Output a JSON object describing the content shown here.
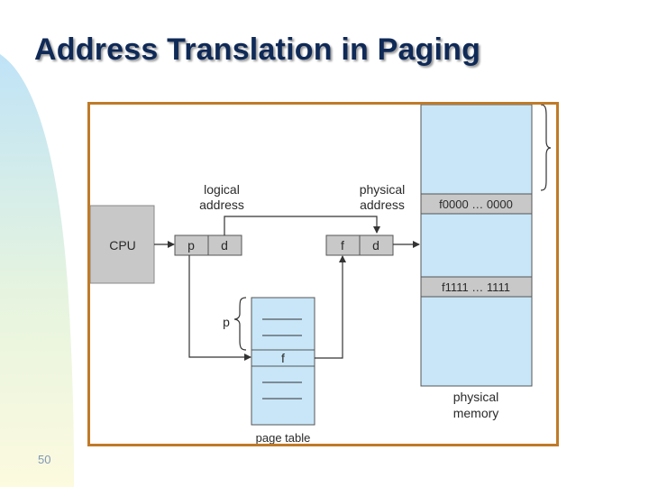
{
  "slide": {
    "title": "Address Translation in Paging",
    "number": "50"
  },
  "diagram": {
    "cpu_label": "CPU",
    "logical_address_label": [
      "logical",
      "address"
    ],
    "physical_address_label": [
      "physical",
      "address"
    ],
    "logical_fields": [
      "p",
      "d"
    ],
    "physical_fields": [
      "f",
      "d"
    ],
    "page_table": {
      "index_label": "p",
      "frame_entry": "f",
      "caption": "page table"
    },
    "physical_memory": {
      "frame_start": "f0000 … 0000",
      "frame_end": "f1111 … 1111",
      "caption": [
        "physical",
        "memory"
      ]
    }
  },
  "colors": {
    "title": "#0f2a57",
    "frame_border": "#bf7a28",
    "cpu_box": "#c8c8c8",
    "memory_blue": "#c8e6f8",
    "frame_row_gray": "#c8c8c8"
  }
}
